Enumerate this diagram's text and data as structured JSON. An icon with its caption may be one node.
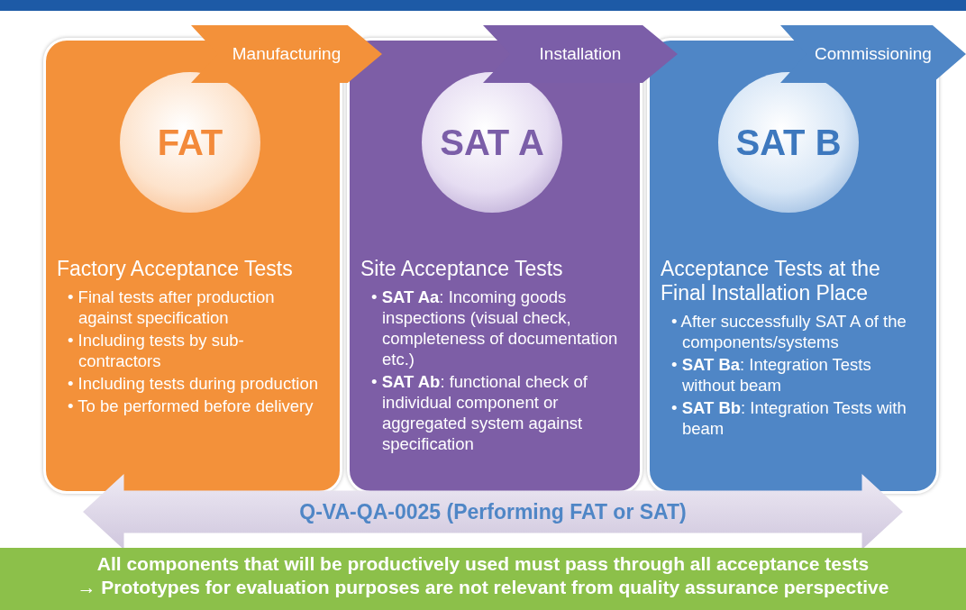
{
  "diagram": {
    "nodes": [
      {
        "text": [
          "Manufacturing"
        ]
      },
      {
        "text": [
          "Installation"
        ]
      },
      {
        "text": [
          "Commissioning"
        ]
      },
      {
        "text": [
          "Factory Acceptance Tests",
          "• Final tests after production against specification",
          "• Including tests by sub-contractors",
          "• Including tests during production",
          "• To be performed before delivery"
        ]
      },
      {
        "text": [
          "FAT"
        ],
        "in": 3
      },
      {
        "text": [
          "Site Acceptance Tests",
          "• **SAT Aa**: Incoming goods inspections (visual check, completeness of documentation etc.)",
          "• **SAT Ab**: functional check of individual component or aggregated system against specification"
        ]
      },
      {
        "text": [
          "SAT A"
        ],
        "in": 5
      },
      {
        "text": [
          "Acceptance Tests at the Final Installation Place",
          "• After successfully SAT A of the components/systems",
          "• **SAT Ba**: Integration Tests without beam",
          "• **SAT Bb**: Integration Tests with beam"
        ]
      },
      {
        "text": [
          "SAT B"
        ],
        "in": 7
      },
      {
        "text": [
          "Q-VA-QA-0025 (Performing FAT or SAT)"
        ]
      },
      {
        "text": [
          "All components that will be productively used must pass through all acceptance tests",
          "→ Prototypes for evaluation purposes are not relevant from quality assurance perspective"
        ]
      }
    ]
  }
}
